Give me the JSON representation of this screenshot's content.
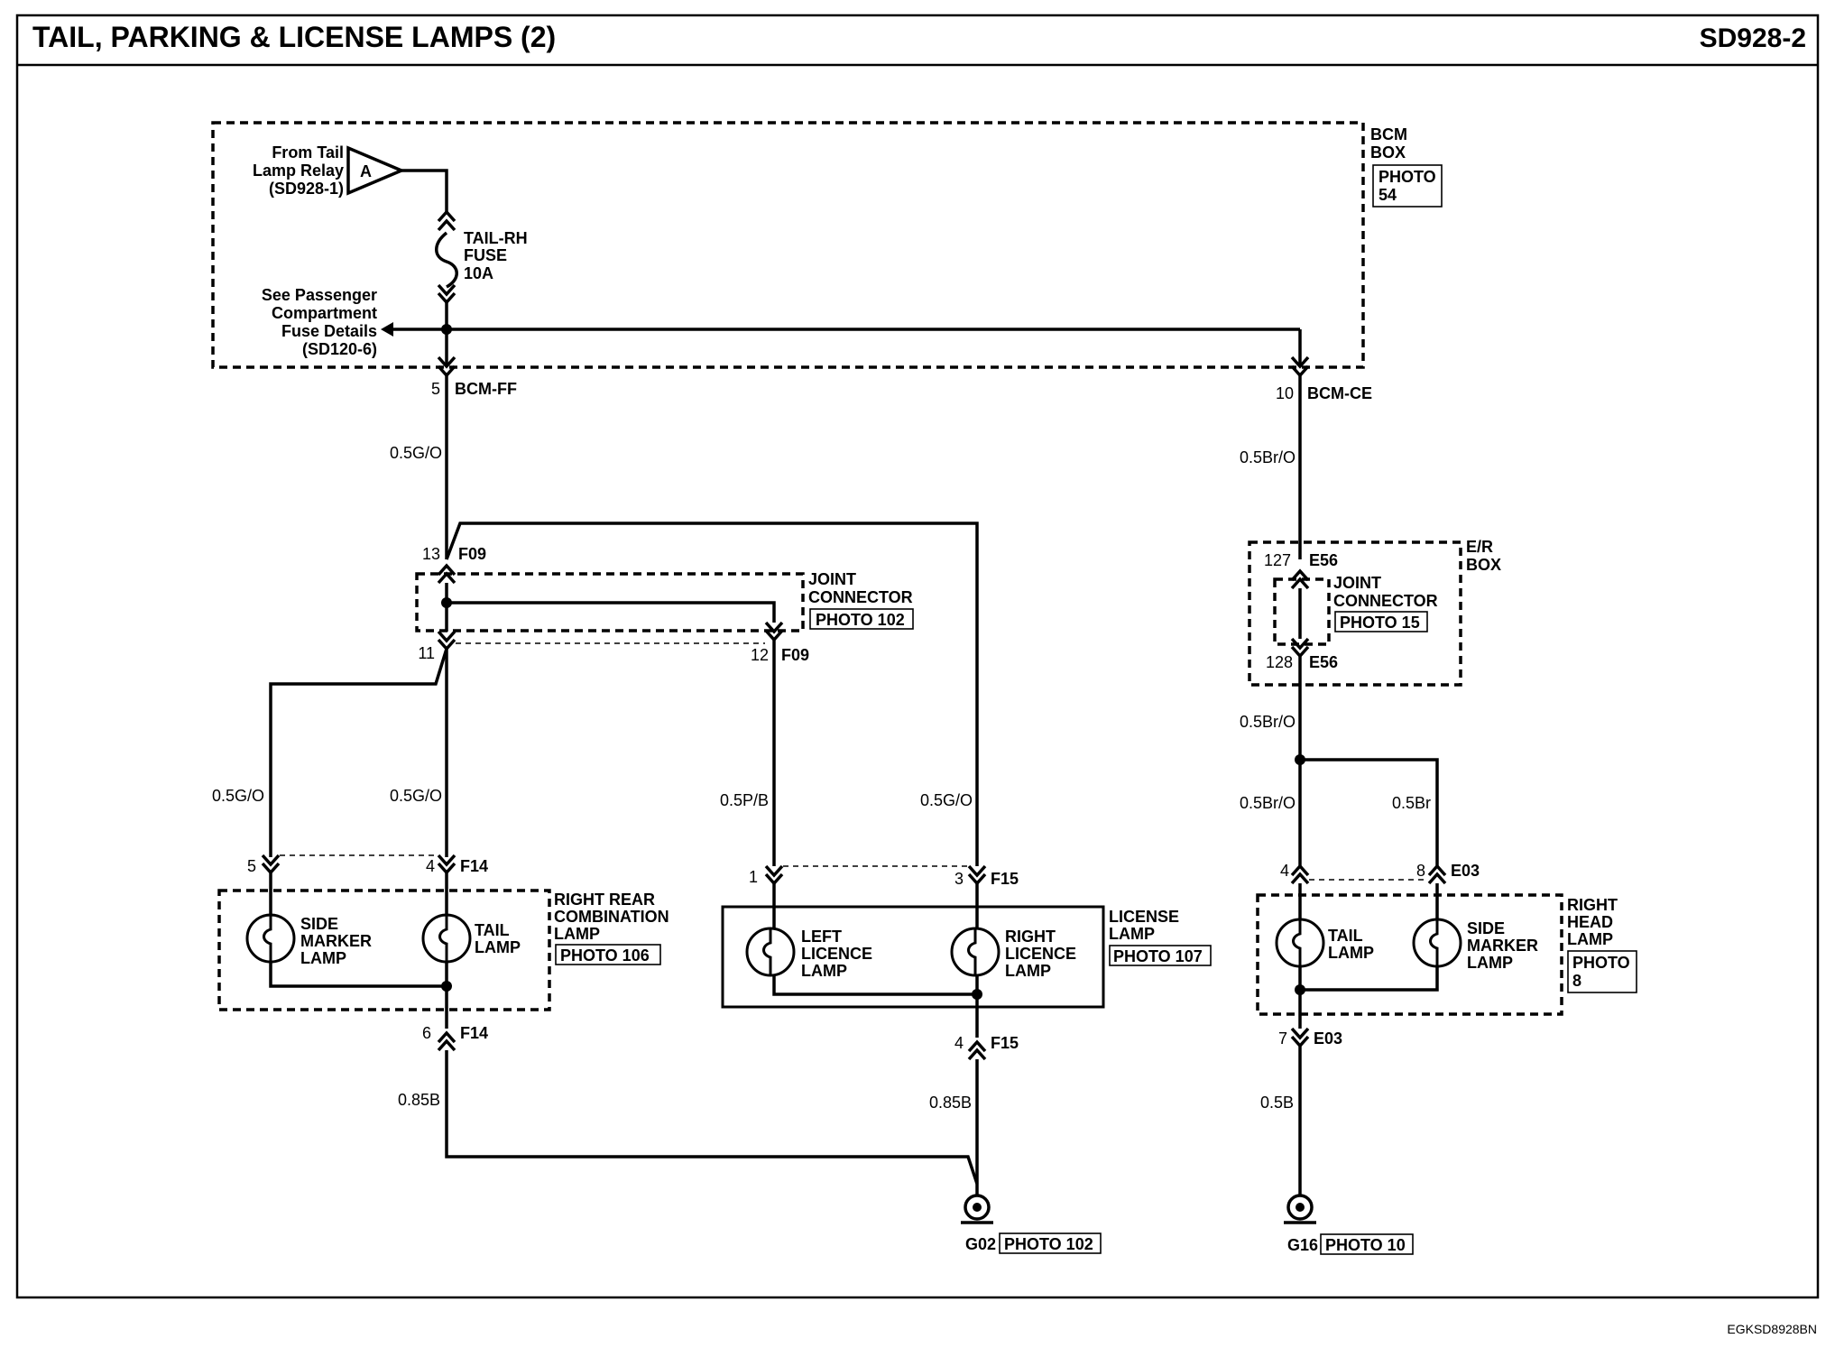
{
  "header": {
    "title": "TAIL, PARKING & LICENSE LAMPS (2)",
    "code": "SD928-2"
  },
  "footer": {
    "doc_id": "EGKSD8928BN"
  },
  "bcm": {
    "name_line1": "BCM",
    "name_line2": "BOX",
    "photo_line1": "PHOTO",
    "photo_line2": "54",
    "relay_note": [
      "From Tail",
      "Lamp Relay",
      "(SD928-1)"
    ],
    "relay_tag": "A",
    "fuse": [
      "TAIL-RH",
      "FUSE",
      "10A"
    ],
    "passenger_note": [
      "See Passenger",
      "Compartment",
      "Fuse Details",
      "(SD120-6)"
    ],
    "left_pin": "5",
    "left_conn": "BCM-FF",
    "right_pin": "10",
    "right_conn": "BCM-CE"
  },
  "wires": {
    "w1": "0.5G/O",
    "w2": "0.5G/O",
    "w3": "0.5G/O",
    "w4": "0.5P/B",
    "w5": "0.5G/O",
    "w6": "0.85B",
    "w7": "0.85B",
    "w8": "0.5Br/O",
    "w9": "0.5Br/O",
    "w10": "0.5Br/O",
    "w11": "0.5Br",
    "w12": "0.5B"
  },
  "joint_left": {
    "label": [
      "JOINT",
      "CONNECTOR"
    ],
    "photo": "PHOTO 102",
    "pin_top": "13",
    "conn_top": "F09",
    "pin_bl": "11",
    "pin_br": "12",
    "conn_br": "F09"
  },
  "joint_right": {
    "label": [
      "JOINT",
      "CONNECTOR"
    ],
    "photo": "PHOTO 15",
    "box": [
      "E/R",
      "BOX"
    ],
    "pin_top": "127",
    "conn_top": "E56",
    "pin_bot": "128",
    "conn_bot": "E56"
  },
  "rear_combo": {
    "pin_side": "5",
    "pin_tail": "4",
    "conn_in": "F14",
    "side_lamp": [
      "SIDE",
      "MARKER",
      "LAMP"
    ],
    "tail_lamp": [
      "TAIL",
      "LAMP"
    ],
    "label": [
      "RIGHT REAR",
      "COMBINATION",
      "LAMP"
    ],
    "photo": "PHOTO 106",
    "pin_out": "6",
    "conn_out": "F14"
  },
  "license": {
    "pin_left": "1",
    "pin_right": "3",
    "conn_in": "F15",
    "left_lamp": [
      "LEFT",
      "LICENCE",
      "LAMP"
    ],
    "right_lamp": [
      "RIGHT",
      "LICENCE",
      "LAMP"
    ],
    "label": [
      "LICENSE",
      "LAMP"
    ],
    "photo": "PHOTO 107",
    "pin_out": "4",
    "conn_out": "F15"
  },
  "head": {
    "pin_tail": "4",
    "pin_side": "8",
    "conn_in": "E03",
    "tail_lamp": [
      "TAIL",
      "LAMP"
    ],
    "side_lamp": [
      "SIDE",
      "MARKER",
      "LAMP"
    ],
    "label": [
      "RIGHT",
      "HEAD",
      "LAMP"
    ],
    "photo_line1": "PHOTO",
    "photo_line2": "8",
    "pin_out": "7",
    "conn_out": "E03"
  },
  "grounds": {
    "g1": "G02",
    "g1_photo": "PHOTO 102",
    "g2": "G16",
    "g2_photo": "PHOTO 10"
  }
}
